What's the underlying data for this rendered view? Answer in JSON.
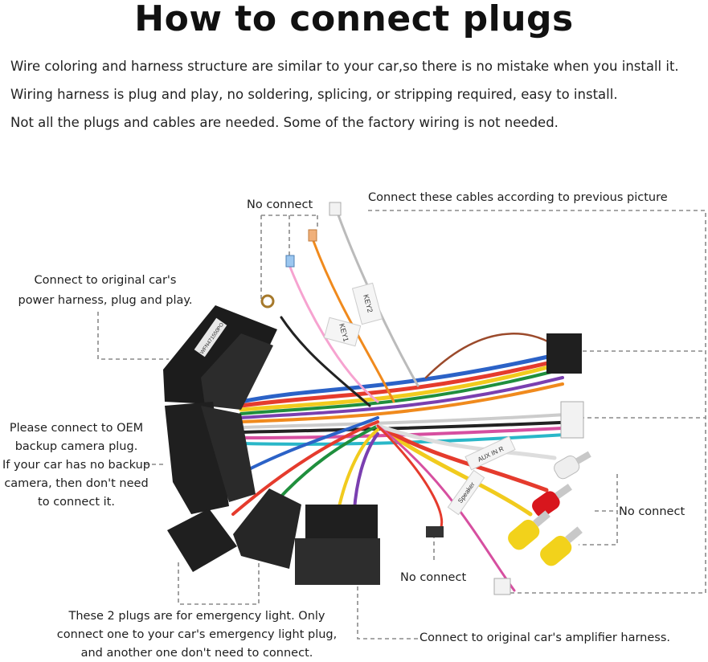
{
  "page": {
    "title": "How to connect plugs",
    "intro_lines": [
      "Wire coloring and harness structure are similar to your car,so there is no mistake when you install it.",
      "Wiring harness is plug and play, no soldering, splicing, or stripping required, easy to install.",
      "Not all the plugs and cables are needed. Some of the factory wiring is not needed."
    ]
  },
  "callouts": {
    "no_connect_top": "No connect",
    "connect_cables": "Connect these cables according to previous picture",
    "power_harness": [
      "Connect to original car's",
      "power harness, plug and play."
    ],
    "camera": [
      "Please connect to OEM",
      "backup camera plug.",
      "If your car has no backup",
      "camera, then don't need",
      "to connect it."
    ],
    "no_connect_right": "No connect",
    "no_connect_bottom": "No connect",
    "emergency": [
      "These 2 plugs are for emergency light. Only",
      "connect one to your car's emergency light plug,",
      "and another one don't need to connect."
    ],
    "amplifier": "Connect to original car's amplifier harness."
  },
  "harness_markings": {
    "module_label": "WFN471550PO",
    "key1": "KEY1",
    "key2": "KEY2",
    "aux": "AUX IN R",
    "speaker": "Speaker"
  },
  "colors": {
    "accent_dashes": "#8a8a8a",
    "plug_black": "#1c1c1c",
    "rca_yellow": "#f2d21b",
    "rca_red": "#d8161d",
    "rca_white": "#eeeeee"
  }
}
